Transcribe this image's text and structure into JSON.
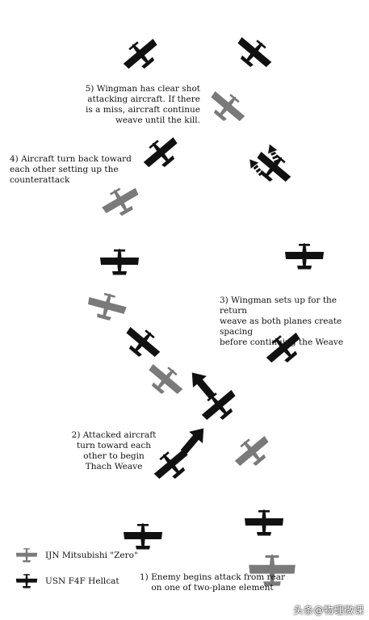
{
  "annotations": {
    "step5": "5) Wingman has clear shot\nattacking aircraft.  If there\nis a miss, aircraft continue\nweave until the kill.",
    "step4": "4) Aircraft turn back toward\neach other setting up the\ncounterattack",
    "step3": "3) Wingman sets up for the return\nweave as both planes create spacing\nbefore continuing the Weave",
    "step2": "2) Attacked aircraft\nturn toward each\nother to begin\nThach Weave",
    "step1": "1) Enemy begins attack from rear\non one of two-plane element"
  },
  "legend": {
    "zero": "IJN Mitsubishi \"Zero\"",
    "hellcat": "USN F4F Hellcat"
  },
  "watermark": "头条@物理微课",
  "colors": {
    "hellcat": "#111111",
    "zero": "#7a7a7a",
    "background": "#ffffff"
  }
}
